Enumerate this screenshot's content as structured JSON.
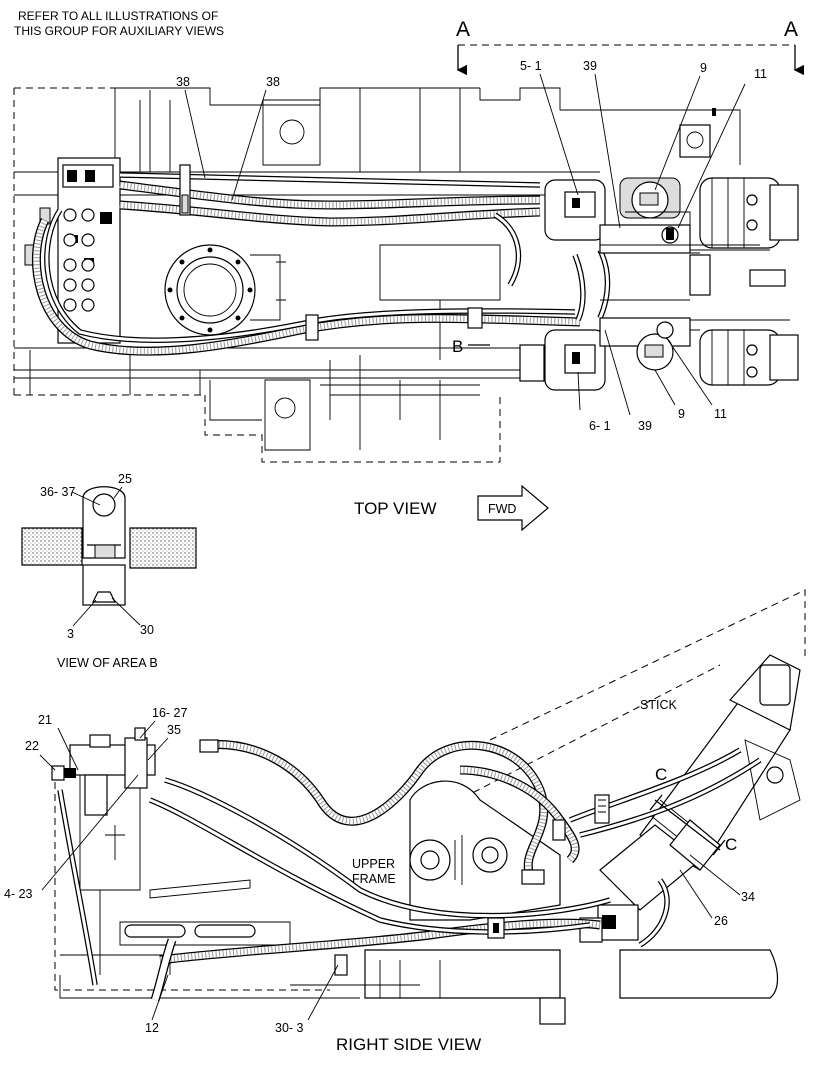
{
  "notes": {
    "refer_line1": "REFER TO ALL ILLUSTRATIONS OF",
    "refer_line2": "THIS GROUP FOR AUXILIARY VIEWS"
  },
  "section_marks": {
    "a_left": "A",
    "a_right": "A",
    "b": "B",
    "c_top": "C",
    "c_bottom": "C"
  },
  "views": {
    "top_view": "TOP VIEW",
    "fwd": "FWD",
    "area_b": "VIEW OF AREA B",
    "right_side_view": "RIGHT SIDE VIEW"
  },
  "areas": {
    "stick": "STICK",
    "upper": "UPPER",
    "frame": "FRAME"
  },
  "callouts_top": {
    "c38a": "38",
    "c38b": "38",
    "c5_1": "5- 1",
    "c39a": "39",
    "c9a": "9",
    "c11a": "11",
    "c6_1": "6- 1",
    "c39b": "39",
    "c9b": "9",
    "c11b": "11"
  },
  "callouts_b": {
    "c36_37": "36- 37",
    "c25": "25",
    "c3": "3",
    "c30": "30"
  },
  "callouts_side": {
    "c16_27": "16- 27",
    "c21": "21",
    "c35": "35",
    "c22": "22",
    "c4_23": "4- 23",
    "c34": "34",
    "c26": "26",
    "c12": "12",
    "c30_3": "30- 3"
  }
}
